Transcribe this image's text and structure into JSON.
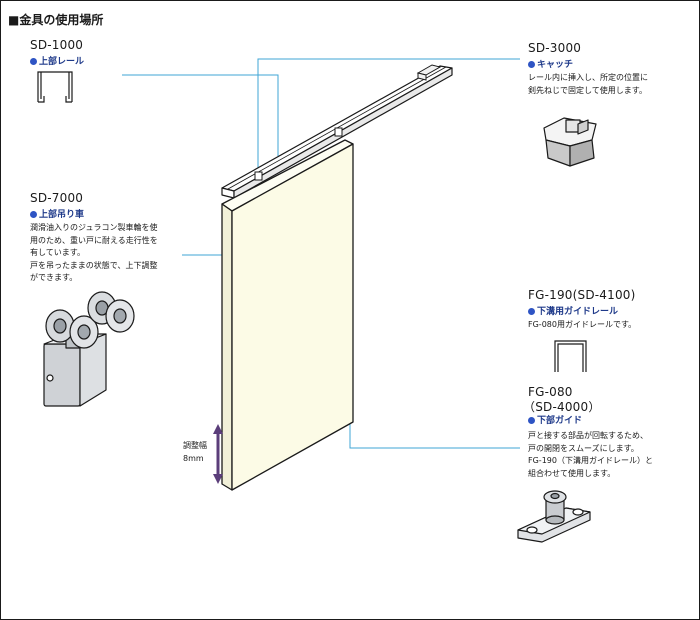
{
  "title": "■金具の使用場所",
  "colors": {
    "door": "#fcfbe6",
    "leader_line": "#3fa6d6",
    "bullet": "#2e54c4",
    "arrow": "#5b3e7a",
    "outline": "#1a1a1a"
  },
  "parts": {
    "sd1000": {
      "model": "SD-1000",
      "name": "上部レール",
      "icon": "rail-profile-icon"
    },
    "sd3000": {
      "model": "SD-3000",
      "name": "キャッチ",
      "desc": [
        "レール内に挿入し、所定の位置に",
        "剣先ねじで固定して使用します。"
      ],
      "icon": "catch-icon"
    },
    "sd7000": {
      "model": "SD-7000",
      "name": "上部吊り車",
      "desc": [
        "潤滑油入りのジュラコン製車輪を使",
        "用のため、重い戸に耐える走行性を",
        "有しています。",
        "戸を吊ったままの状態で、上下調整",
        "ができます。"
      ],
      "icon": "hanger-roller-icon"
    },
    "fg190": {
      "model": "FG-190(SD-4100)",
      "name": "下溝用ガイドレール",
      "desc": [
        "FG-080用ガイドレールです。"
      ],
      "icon": "guide-rail-profile-icon"
    },
    "fg080": {
      "model_line1": "FG-080",
      "model_line2": "（SD-4000）",
      "name": "下部ガイド",
      "desc": [
        "戸と接する部品が回転するため、",
        "戸の開閉をスムーズにします。",
        "FG-190（下溝用ガイドレール）と",
        "組合わせて使用します。"
      ],
      "icon": "floor-guide-icon"
    }
  },
  "adjust": {
    "line1": "調整幅",
    "line2": "8mm"
  }
}
